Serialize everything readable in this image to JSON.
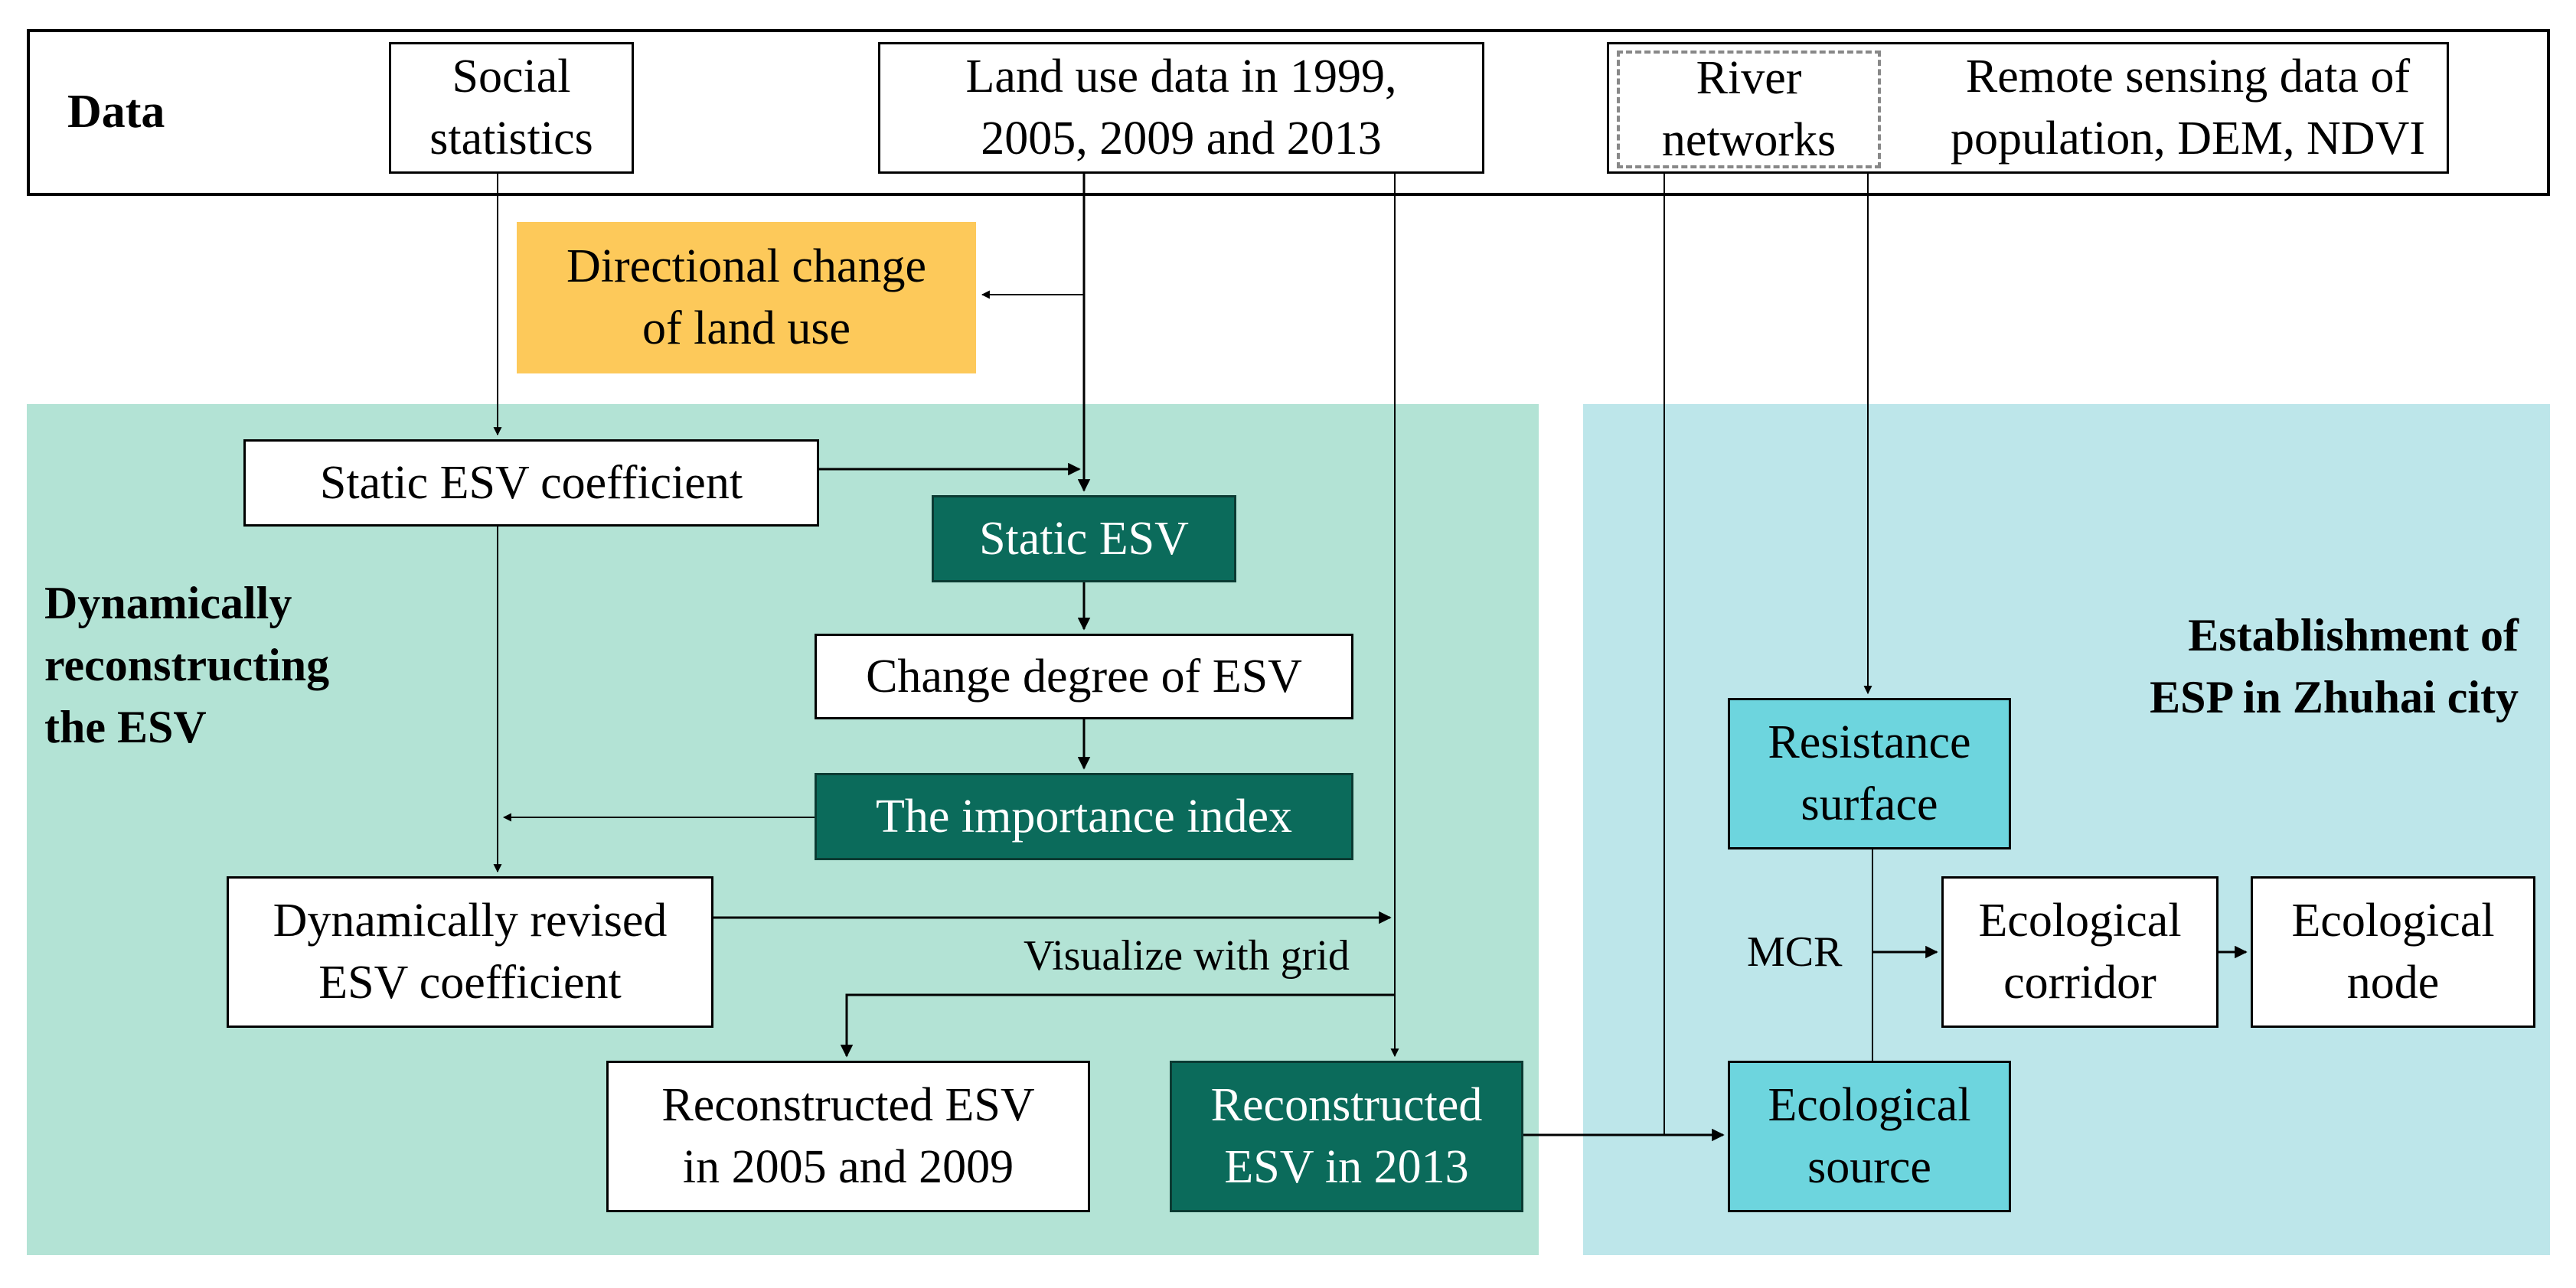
{
  "data_bar": {
    "title": "Data",
    "social": [
      "Social",
      "statistics"
    ],
    "landuse": [
      "Land use data in 1999,",
      "2005, 2009 and 2013"
    ],
    "river": [
      "River",
      "networks"
    ],
    "remote": [
      "Remote sensing data of",
      "population, DEM, NDVI"
    ]
  },
  "directional": [
    "Directional change",
    "of land use"
  ],
  "left_panel": {
    "title": [
      "Dynamically",
      "reconstructing",
      "the ESV"
    ],
    "static_coef": "Static ESV coefficient",
    "static_esv": "Static ESV",
    "change_degree": "Change degree of ESV",
    "importance": "The importance index",
    "revised": [
      "Dynamically revised",
      "ESV coefficient"
    ],
    "visualize": "Visualize with grid",
    "recon_0509": [
      "Reconstructed ESV",
      "in 2005 and 2009"
    ],
    "recon_2013": [
      "Reconstructed",
      "ESV in 2013"
    ]
  },
  "right_panel": {
    "title": [
      "Establishment of",
      "ESP in Zhuhai city"
    ],
    "resistance": [
      "Resistance",
      "surface"
    ],
    "source": [
      "Ecological",
      "source"
    ],
    "mcr": "MCR",
    "corridor": [
      "Ecological",
      "corridor"
    ],
    "node": [
      "Ecological",
      "node"
    ]
  },
  "colors": {
    "left_panel_bg": "#b3e3d5",
    "right_panel_bg": "#bde6ea",
    "dark_box": "#0b6b5b",
    "cyan_box": "#6dd5de",
    "orange_box": "#fdc95a"
  }
}
